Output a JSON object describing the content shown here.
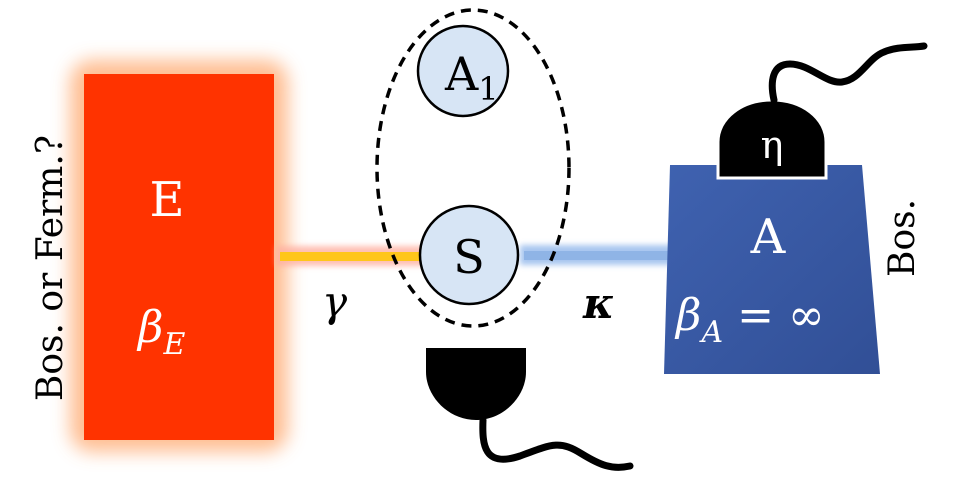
{
  "labels": {
    "environment_letter": "E",
    "environment_beta_symbol": "β",
    "environment_beta_sub": "E",
    "environment_side_label": "Bos. or Ferm.?",
    "ancilla_node_letter": "A",
    "ancilla_node_sub": "1",
    "system_node": "S",
    "gamma_label": "γ",
    "kappa_label": "κ",
    "ancilla_letter": "A",
    "ancilla_beta_symbol": "β",
    "ancilla_beta_sub": "A",
    "ancilla_beta_rest": " = ∞",
    "ancilla_side_label": "Bos.",
    "detector_eta_label": "η"
  },
  "colors": {
    "environment_fill": "#ff3300",
    "environment_glow": "#ffb27f",
    "ancilla_fill": "#3a5aa5",
    "node_fill": "#d7e5f5",
    "gamma_link": "#ffc61a",
    "kappa_link": "#8fb4e6",
    "detector_fill": "#000000"
  }
}
